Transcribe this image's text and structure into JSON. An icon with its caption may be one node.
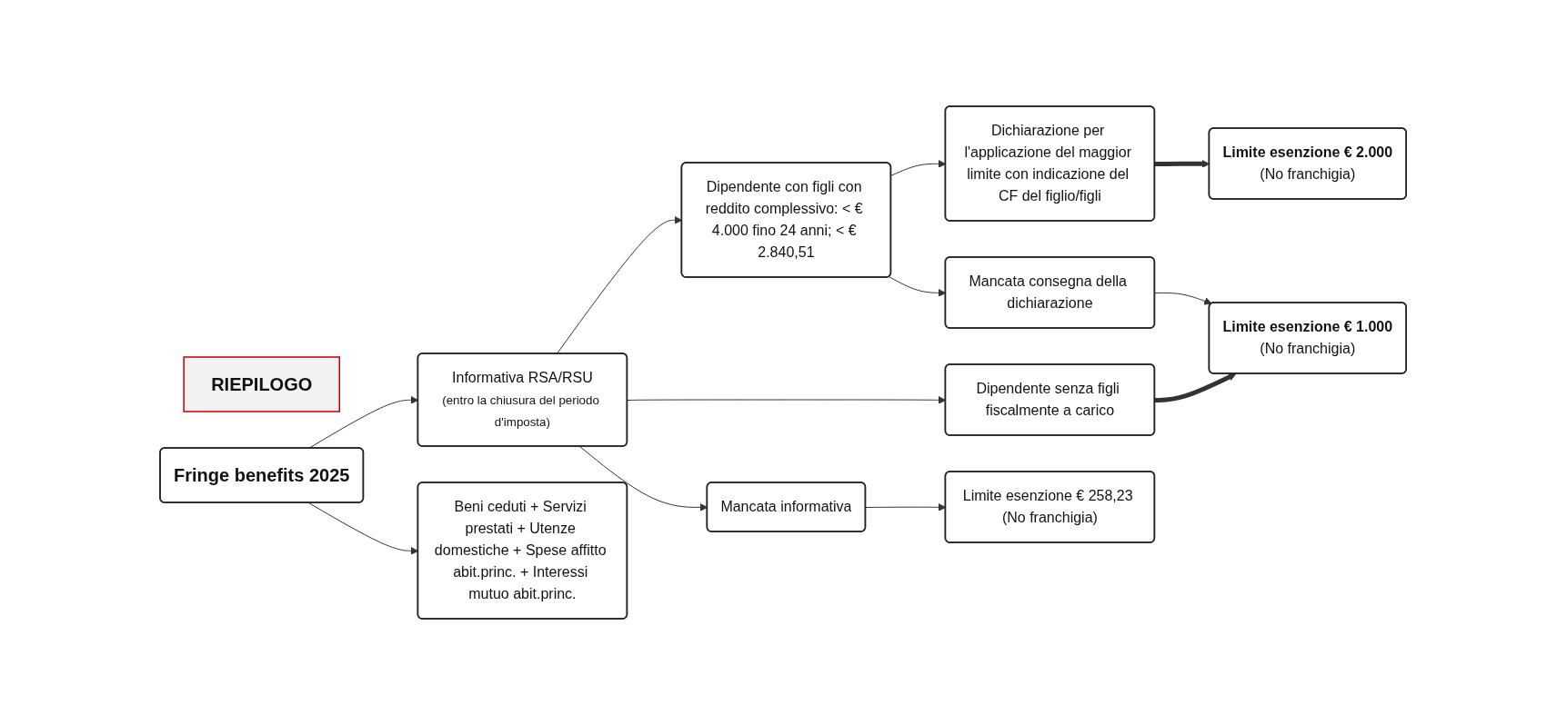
{
  "diagram": {
    "nodes": [
      {
        "text": [
          "RIEPILOGO"
        ]
      },
      {
        "text": [
          "Fringe benefits 2025"
        ]
      },
      {
        "text": [
          "Beni ceduti + Servizi prestati + Utenze domestiche + Spese affitto abit.princ. + Interessi mutuo abit.princ."
        ]
      },
      {
        "text": [
          "Informativa RSA/RSU",
          "(entro la chiusura del periodo d'imposta)"
        ]
      },
      {
        "text": [
          "Mancata informativa"
        ]
      },
      {
        "text": [
          "Limite esenzione € 258,23 (No franchigia)"
        ]
      },
      {
        "text": [
          "Dipendente con figli con reddito complessivo: < € 4.000 fino 24 anni; < € 2.840,51"
        ]
      },
      {
        "text": [
          "Dichiarazione per l'applicazione del maggior limite con indicazione del CF del figlio/figli"
        ]
      },
      {
        "text": [
          "Limite esenzione € 2.000",
          "(No franchigia)"
        ]
      },
      {
        "text": [
          "Mancata consegna della dichiarazione"
        ]
      },
      {
        "text": [
          "Dipendente senza figli fiscalmente a carico"
        ]
      },
      {
        "text": [
          "Limite esenzione € 1.000",
          "(No franchigia)"
        ]
      }
    ],
    "edges": [
      {
        "from": 1,
        "to": 2,
        "arrow": "to"
      },
      {
        "from": 1,
        "to": 3,
        "arrow": "to"
      },
      {
        "from": 3,
        "to": 4,
        "arrow": "to"
      },
      {
        "from": 4,
        "to": 5,
        "arrow": "to"
      },
      {
        "from": 3,
        "to": 6,
        "arrow": "to"
      },
      {
        "from": 3,
        "to": 10,
        "arrow": "to"
      },
      {
        "from": 6,
        "to": 7,
        "arrow": "to"
      },
      {
        "from": 7,
        "to": 8,
        "arrow": "to",
        "style": "thick"
      },
      {
        "from": 6,
        "to": 9,
        "arrow": "to"
      },
      {
        "from": 9,
        "to": 11,
        "arrow": "to"
      },
      {
        "from": 10,
        "to": 11,
        "arrow": "to",
        "style": "thick"
      }
    ]
  }
}
